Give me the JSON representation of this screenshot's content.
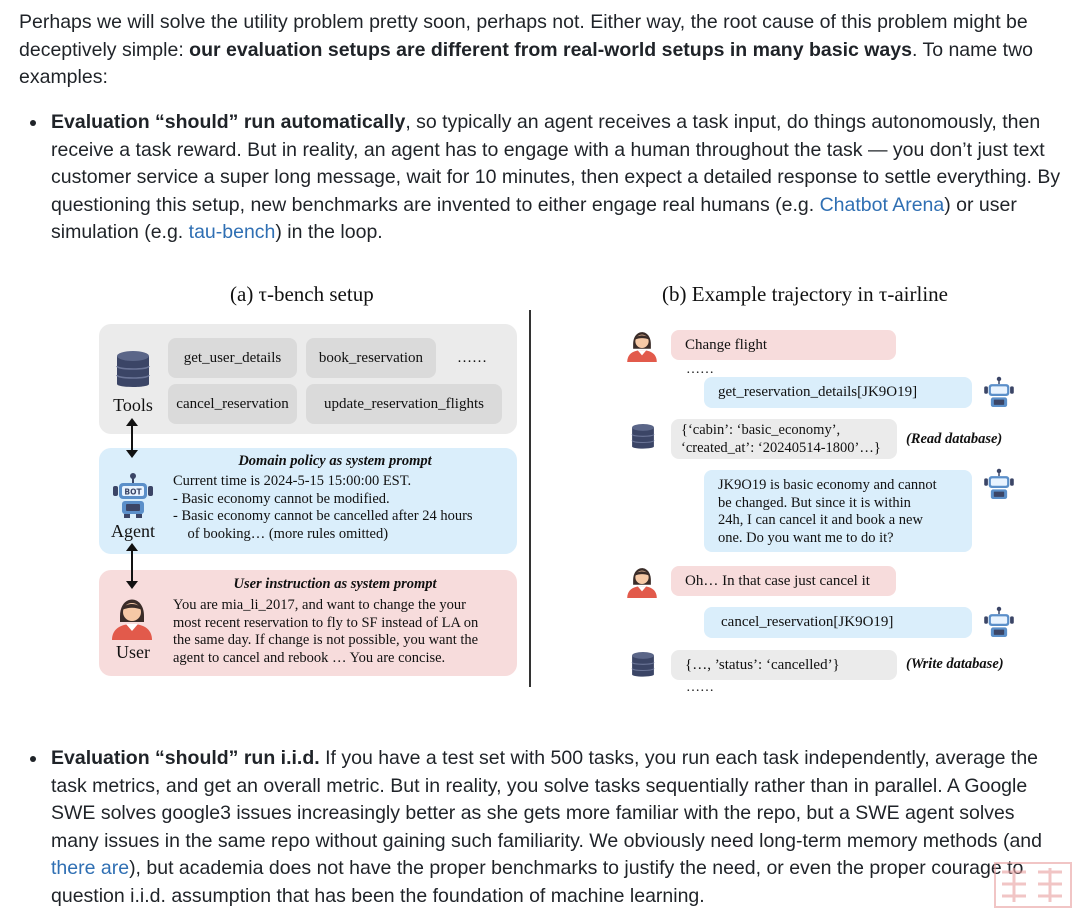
{
  "intro": {
    "part1": "Perhaps we will solve the utility problem pretty soon, perhaps not. Either way, the root cause of this problem might be deceptively simple: ",
    "bold": "our evaluation setups are different from real-world setups in many basic ways",
    "part2": ". To name two examples:"
  },
  "bullet1": {
    "bold": "Evaluation “should” run automatically",
    "text1": ", so typically an agent receives a task input, do things autonomously, then receive a task reward. But in reality, an agent has to engage with a human throughout the task — you don’t just text customer service a super long message, wait for 10 minutes, then expect a detailed response to settle everything. By questioning this setup, new benchmarks are invented to either engage real humans (e.g. ",
    "link1": "Chatbot Arena",
    "text2": ") or user simulation (e.g. ",
    "link2": "tau-bench",
    "text3": ") in the loop."
  },
  "figure": {
    "left_title": "(a) τ-bench setup",
    "right_title": "(b) Example trajectory in τ-airline",
    "tools": [
      "get_user_details",
      "book_reservation",
      "……",
      "cancel_reservation",
      "update_reservation_flights"
    ],
    "tools_label": "Tools",
    "agent_label": "Agent",
    "user_label": "User",
    "bot_badge": "BOT",
    "domain_title": "Domain policy as system prompt",
    "domain_lines": [
      "Current time is 2024-5-15 15:00:00 EST.",
      "-  Basic economy cannot be modified.",
      "-  Basic economy cannot be cancelled after 24 hours",
      "    of booking… (more rules omitted)"
    ],
    "user_title": "User instruction as system prompt",
    "user_lines": [
      "You are mia_li_2017, and want to change the your",
      "most recent reservation to fly to SF instead of LA on",
      "the same day. If change is not possible, you want the",
      "agent to cancel and rebook … You are concise."
    ],
    "traj": {
      "m1": "Change flight",
      "ellipsis1": "……",
      "m2": "get_reservation_details[JK9O19]",
      "m3a": "{‘cabin’: ‘basic_economy’,",
      "m3b": "‘created_at’: ‘20240514-1800’…}",
      "read_note": "(Read database)",
      "m4": [
        "JK9O19 is basic economy and cannot",
        "be changed. But since it is within",
        "24h, I can cancel it and book a new",
        "one. Do you want me to do it?"
      ],
      "m5": "Oh… In that case just cancel it",
      "m6": "cancel_reservation[JK9O19]",
      "m7": "{…, ’status’: ‘cancelled’}",
      "write_note": "(Write database)",
      "ellipsis2": "……"
    }
  },
  "bullet2": {
    "bold": "Evaluation “should” run i.i.d.",
    "text1": " If you have a test set with 500 tasks, you run each task independently, average the task metrics, and get an overall metric. But in reality, you solve tasks sequentially rather than in parallel. A Google SWE solves google3 issues increasingly better as she gets more familiar with the repo, but a SWE agent solves many issues in the same repo without gaining such familiarity. We obviously need long-term memory methods (and ",
    "link": "there are",
    "text2": "), but academia does not have the proper benchmarks to justify the need, or even the proper courage to question i.i.d. assumption that has been the foundation of machine learning."
  },
  "colors": {
    "link": "#2f6fb3",
    "pink": "#f7dcdc",
    "blue": "#daeefb",
    "gray": "#ebebeb"
  }
}
